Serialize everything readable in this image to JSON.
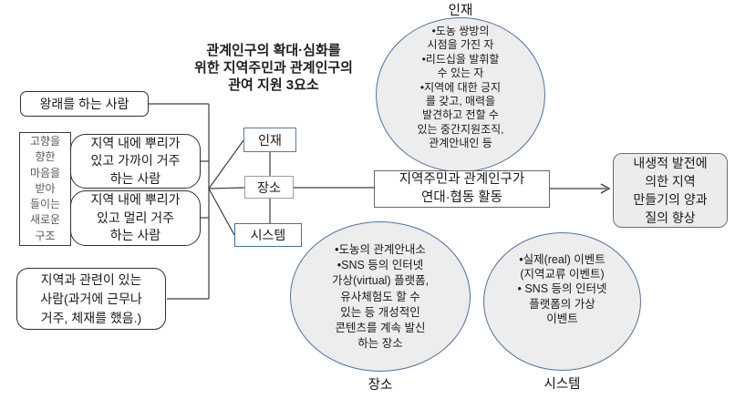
{
  "title_lines": [
    "관계인구의 확대·심화를",
    "위한 지역주민과 관계인구의",
    "관여 지원 3요소"
  ],
  "left_boxes": {
    "coming": "왕래를 하는 사람",
    "mindset": [
      "고향을",
      "향한",
      "마음을",
      "받아",
      "들이는",
      "새로운",
      "구조"
    ],
    "rooted_near": [
      "지역 내에 뿌리가",
      "있고 가까이 거주",
      "하는 사람"
    ],
    "rooted_far": [
      "지역 내에 뿌리가",
      "있고 멀리 거주",
      "하는 사람"
    ],
    "related": [
      "지역과 관련이 있는",
      "사람(과거에 근무나",
      "거주, 체재를 했음.)"
    ]
  },
  "factors": {
    "talent": "인재",
    "place": "장소",
    "system": "시스템"
  },
  "circles": {
    "talent": {
      "label": "인재",
      "body": [
        "•도농 쌍방의",
        "시점을 가진 자",
        "•리드십을 발휘할",
        "수 있는 자",
        "•지역에 대한 긍지",
        "를 갖고, 매력을",
        "발견하고 전할 수",
        "있는 중간지원조직,",
        "관계안내인 등"
      ]
    },
    "place": {
      "label": "장소",
      "body": [
        "•도농의 관계안내소",
        "•SNS 등의 인터넷",
        "가상(virtual) 플랫폼,",
        "유사체험도 할 수",
        "있는 등 개성적인",
        "콘텐츠를 계속 발신",
        "하는 장소"
      ]
    },
    "system": {
      "label": "시스템",
      "body": [
        "•실제(real) 이벤트",
        "(지역교류 이벤트)",
        "• SNS 등의 인터넷",
        "플랫폼의 가상",
        "이벤트"
      ]
    }
  },
  "flow": {
    "activity": [
      "지역주민과 관계인구가",
      "연대·협동 활동"
    ],
    "outcome": [
      "내생적 발전에",
      "의한 지역",
      "만들기의 양과",
      "질의 향상"
    ]
  },
  "colors": {
    "circle_border": "#54719a",
    "circle_fill": "#ededed",
    "dark_box_border": "#2f2f2f",
    "gray_box_border": "#6e6e6e",
    "blue_box_border": "#41719c",
    "connector_line": "#3d3d3d",
    "muted_text": "#595959"
  }
}
